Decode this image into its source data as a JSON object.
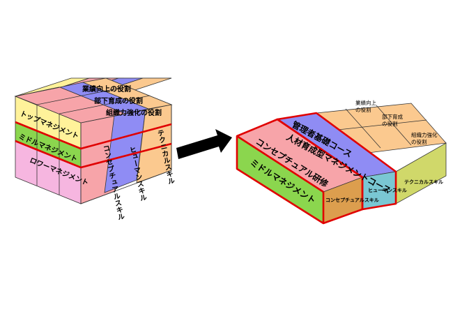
{
  "left_cube": {
    "top_rows": [
      "業績向上の役割",
      "部下育成の役割",
      "組織力強化の役割"
    ],
    "front_rows": [
      "トップマネジメント",
      "ミドルマネジメント",
      "ロワーマネジメント"
    ],
    "side_columns": [
      "コンセプチュアルスキル",
      "ヒューマンスキル",
      "テクニカルスキル"
    ]
  },
  "right_block": {
    "top_bands": [
      "管理者基礎コース",
      "人材育成型マネジメントコース",
      "コンセプチュアル研修"
    ],
    "front_label": "ミドルマネジメント",
    "side_skills": [
      "コンセプチュアルスキル",
      "ヒューマンスキル",
      "テクニカルスキル"
    ],
    "role_captions": [
      [
        "業績向上",
        "の役割"
      ],
      [
        "部下育成",
        "の役割"
      ],
      [
        "組織力強化",
        "の役割"
      ]
    ]
  },
  "colors": {
    "pink": "#f7a4a9",
    "purple": "#8f8cf4",
    "peach": "#fbc98f",
    "yellow": "#fff29a",
    "green": "#8bd64e",
    "light_pink": "#f6b6e0",
    "cyan": "#7ac7d3",
    "olive": "#d0d86a",
    "tan": "#dc9e4e",
    "red": "#e00000",
    "arrow": "#000000"
  }
}
